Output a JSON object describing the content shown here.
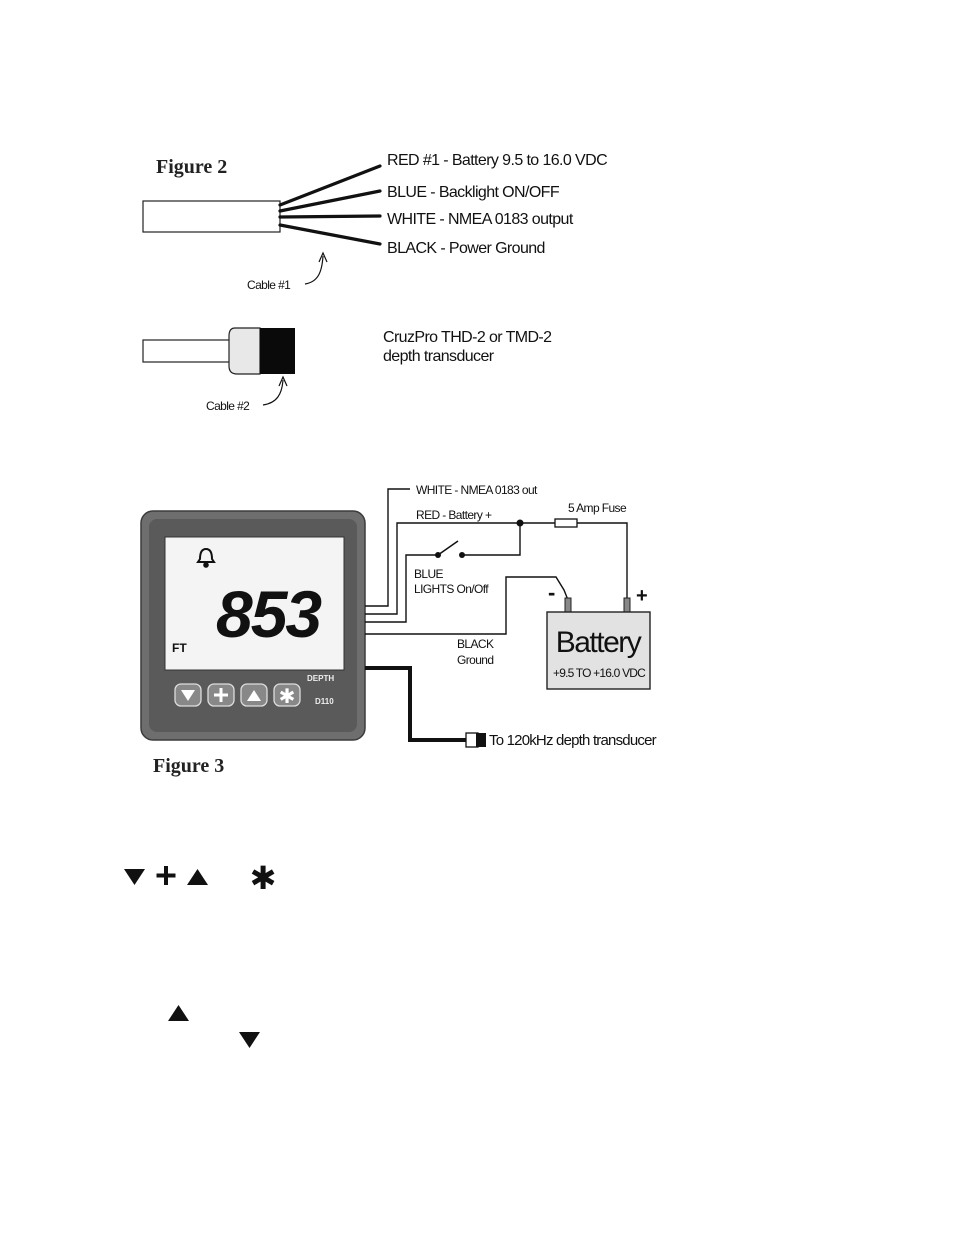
{
  "figure2": {
    "title": "Figure 2",
    "wires": [
      {
        "label": "RED #1 -  Battery 9.5 to 16.0 VDC"
      },
      {
        "label": "BLUE - Backlight ON/OFF"
      },
      {
        "label": "WHITE - NMEA 0183 output"
      },
      {
        "label": "BLACK - Power Ground"
      }
    ],
    "cable1_label": "Cable #1",
    "cable2_label": "Cable #2",
    "transducer_line1": "CruzPro THD-2 or TMD-2",
    "transducer_line2": "depth transducer"
  },
  "figure3": {
    "title": "Figure 3",
    "white_label": "WHITE - NMEA 0183 out",
    "red_label": "RED - Battery +",
    "fuse_label": "5 Amp Fuse",
    "blue_line1": "BLUE",
    "blue_line2": "LIGHTS On/Off",
    "black_line1": "BLACK",
    "black_line2": "Ground",
    "battery_title": "Battery",
    "battery_range": "+9.5 TO +16.0 VDC",
    "battery_minus": "-",
    "battery_plus": "+",
    "transducer_label": "To 120kHz depth transducer",
    "display": {
      "reading": "853",
      "unit": "FT",
      "mode": "DEPTH",
      "model": "D110"
    }
  },
  "colors": {
    "bezel": "#6e6e6e",
    "screen": "#f4f4f4",
    "wire": "#111111"
  },
  "icons": [
    "down-triangle-icon",
    "plus-icon",
    "up-triangle-icon",
    "asterisk-icon",
    "bell-icon",
    "switch-icon",
    "fuse-icon"
  ]
}
